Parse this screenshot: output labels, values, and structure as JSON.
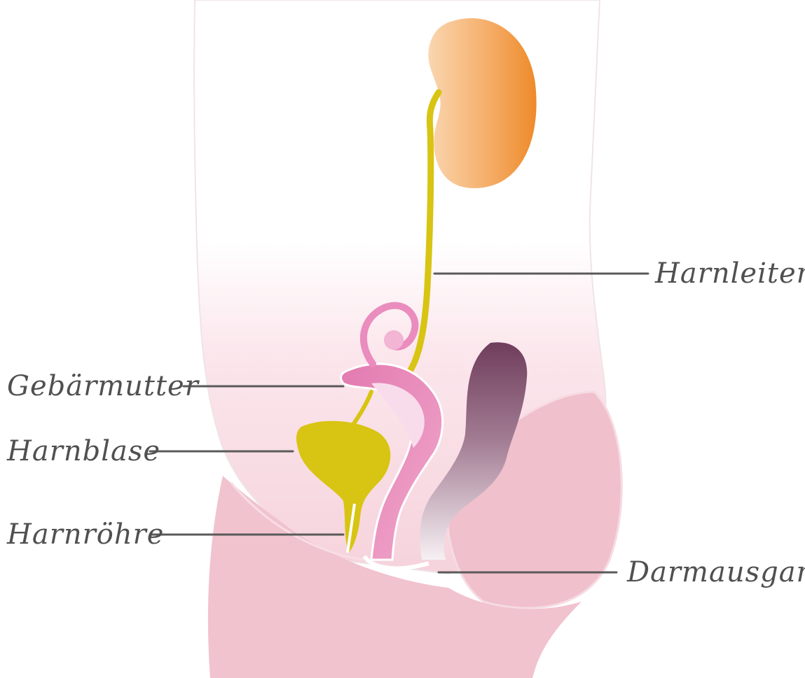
{
  "labels": {
    "harnleiter": "Harnleiter",
    "gebaermutter": "Gebärmutter",
    "harnblase": "Harnblase",
    "harnroehre": "Harnröhre",
    "darmausgang": "Darmausgang"
  },
  "colors": {
    "skin_light": "#fbe4ea",
    "skin_pink": "#f3c6d2",
    "thigh": "#f1c3cf",
    "kidney_light": "#f7c48f",
    "kidney_dark": "#ee8a2a",
    "urinary_yellow": "#d8c412",
    "uterus_pink": "#e88ab8",
    "uterus_light": "#f7d2e6",
    "rectum_dark": "#7a4a66",
    "rectum_light": "#f4eef1",
    "outline": "#f1dce3",
    "leader": "#5a5a5a"
  }
}
